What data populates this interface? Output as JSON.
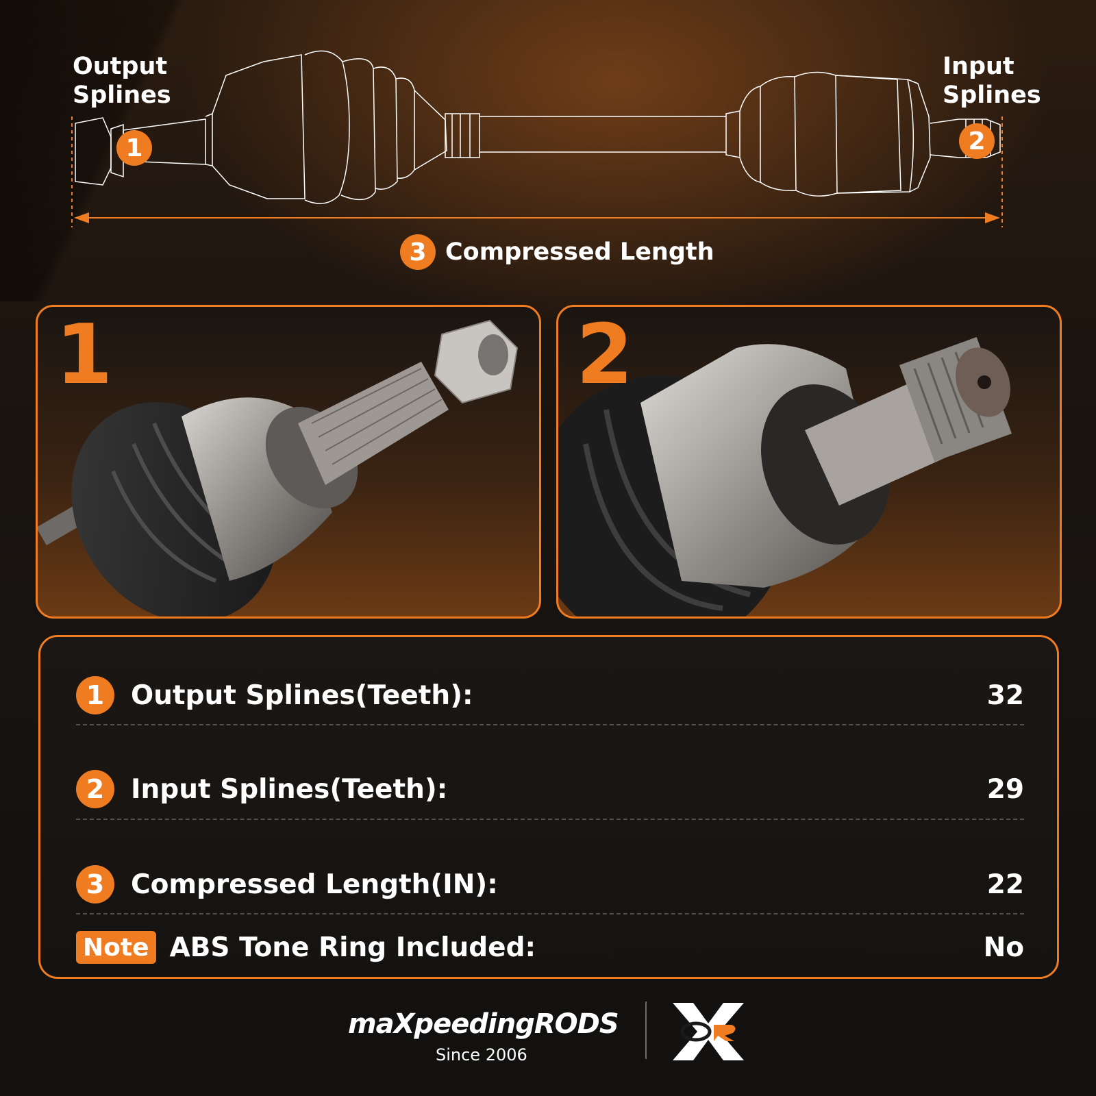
{
  "diagram": {
    "output_label_line1": "Output",
    "output_label_line2": "Splines",
    "input_label_line1": "Input",
    "input_label_line2": "Splines",
    "badge_1": "1",
    "badge_2": "2",
    "badge_3": "3",
    "compressed_label": "Compressed Length"
  },
  "panels": [
    {
      "number": "1"
    },
    {
      "number": "2"
    }
  ],
  "specs": {
    "rows": [
      {
        "badge": "1",
        "label": "Output Splines(Teeth):",
        "value": "32"
      },
      {
        "badge": "2",
        "label": "Input Splines(Teeth):",
        "value": "29"
      },
      {
        "badge": "3",
        "label": "Compressed Length(IN):",
        "value": "22"
      }
    ],
    "note": {
      "badge": "Note",
      "label": "ABS Tone Ring Included:",
      "value": "No"
    }
  },
  "footer": {
    "brand": "maXpeedingRODS",
    "since": "Since 2006"
  },
  "colors": {
    "accent": "#f07c22",
    "background": "#121110",
    "text": "#ffffff"
  }
}
